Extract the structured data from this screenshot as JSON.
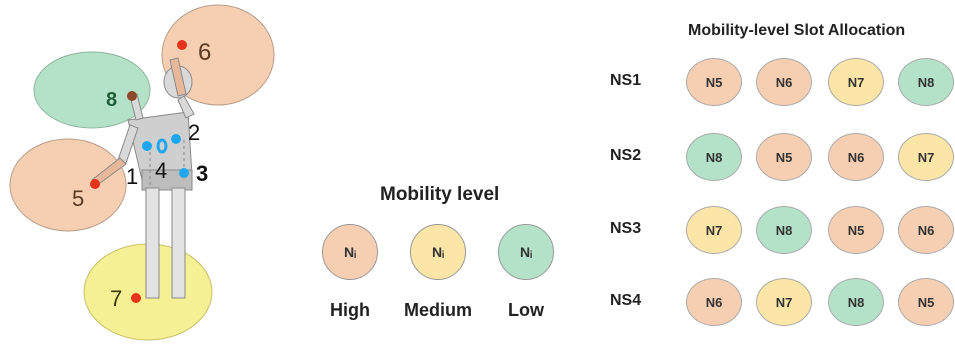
{
  "colors": {
    "high": "#f6cfb3",
    "medium": "#fbe6a8",
    "low": "#b4e2c8",
    "yellow_zone": "#f5f093",
    "red_dot": "#e8331c",
    "blue_dot": "#1ea7f0"
  },
  "body_figure": {
    "node_labels": [
      "6",
      "8",
      "2",
      "1",
      "4",
      "3",
      "5",
      "7"
    ]
  },
  "legend": {
    "title": "Mobility level",
    "items": [
      {
        "symbol": "Nᵢ",
        "level": "High",
        "color_key": "high"
      },
      {
        "symbol": "Nᵢ",
        "level": "Medium",
        "color_key": "medium"
      },
      {
        "symbol": "Nᵢ",
        "level": "Low",
        "color_key": "low"
      }
    ]
  },
  "slot_allocation": {
    "title": "Mobility-level Slot Allocation",
    "rows": [
      {
        "label": "NS1",
        "slots": [
          {
            "node": "N5",
            "level": "high"
          },
          {
            "node": "N6",
            "level": "high"
          },
          {
            "node": "N7",
            "level": "medium"
          },
          {
            "node": "N8",
            "level": "low"
          }
        ]
      },
      {
        "label": "NS2",
        "slots": [
          {
            "node": "N8",
            "level": "low"
          },
          {
            "node": "N5",
            "level": "high"
          },
          {
            "node": "N6",
            "level": "high"
          },
          {
            "node": "N7",
            "level": "medium"
          }
        ]
      },
      {
        "label": "NS3",
        "slots": [
          {
            "node": "N7",
            "level": "medium"
          },
          {
            "node": "N8",
            "level": "low"
          },
          {
            "node": "N5",
            "level": "high"
          },
          {
            "node": "N6",
            "level": "high"
          }
        ]
      },
      {
        "label": "NS4",
        "slots": [
          {
            "node": "N6",
            "level": "high"
          },
          {
            "node": "N7",
            "level": "medium"
          },
          {
            "node": "N8",
            "level": "low"
          },
          {
            "node": "N5",
            "level": "high"
          }
        ]
      }
    ]
  }
}
